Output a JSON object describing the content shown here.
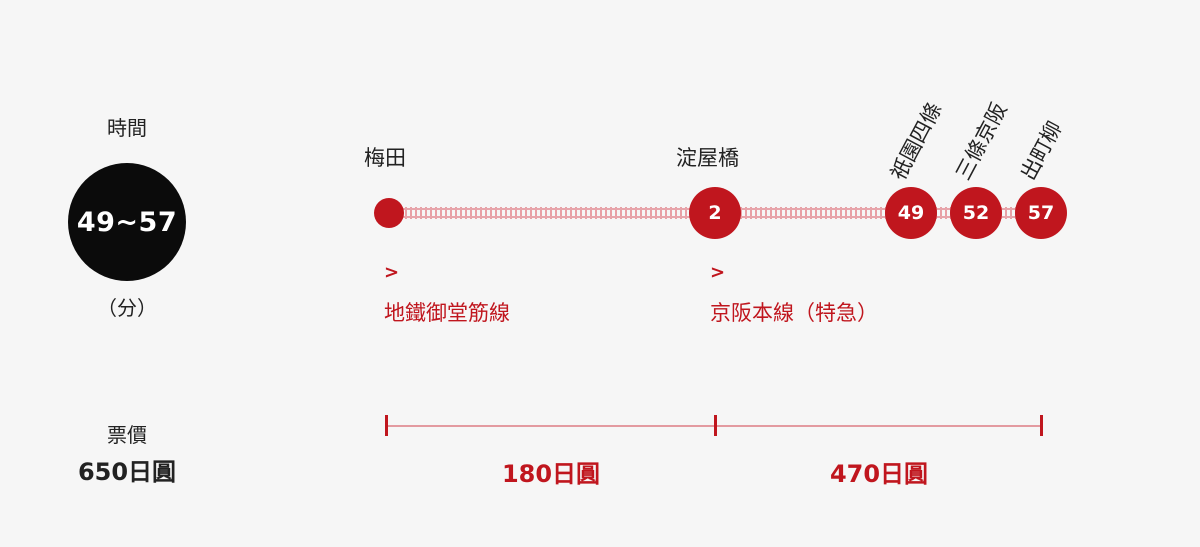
{
  "summary": {
    "time_label": "時間",
    "time_value": "49~57",
    "time_unit": "（分）",
    "fare_label": "票價",
    "fare_total": "650日圓"
  },
  "stations": {
    "umeda": "梅田",
    "yodoyabashi": "淀屋橋",
    "gion_shijo": "祇園四條",
    "sanjo_keihan": "三條京阪",
    "demachiyanagi": "出町柳"
  },
  "stops": {
    "yodoyabashi_min": "2",
    "gion_shijo_min": "49",
    "sanjo_keihan_min": "52",
    "demachiyanagi_min": "57"
  },
  "lines": {
    "arrow": ">",
    "line1": "地鐵御堂筋線",
    "line2": "京阪本線（特急）"
  },
  "fares": {
    "segment1": "180日圓",
    "segment2": "470日圓"
  },
  "colors": {
    "accent": "#c0161e",
    "track": "#e8a0a6",
    "background": "#f6f6f6",
    "dark": "#0b0b0b"
  }
}
